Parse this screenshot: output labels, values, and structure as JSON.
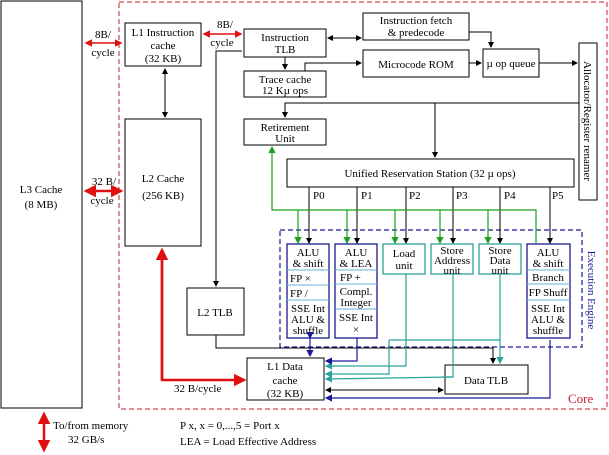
{
  "diagram": {
    "l3_cache": {
      "line1": "L3 Cache",
      "line2": "(8 MB)"
    },
    "l1_icache": {
      "line1": "L1 Instruction",
      "line2": "cache",
      "line3": "(32 KB)"
    },
    "l2_cache": {
      "line1": "L2 Cache",
      "line2": "(256 KB)"
    },
    "itlb": {
      "line1": "Instruction",
      "line2": "TLB"
    },
    "fetch": {
      "line1": "Instruction fetch",
      "line2": "& predecode"
    },
    "microcode": {
      "label": "Microcode ROM"
    },
    "uop_queue": {
      "label": "µ op queue"
    },
    "trace_cache": {
      "line1": "Trace cache",
      "line2": "12 Kµ ops"
    },
    "retirement": {
      "line1": "Retirement",
      "line2": "Unit"
    },
    "allocator": {
      "label": "Allocator/Register renamer"
    },
    "urs": {
      "label": "Unified Reservation Station (32    µ ops)"
    },
    "ports": [
      "P0",
      "P1",
      "P2",
      "P3",
      "P4",
      "P5"
    ],
    "units": {
      "p0": [
        "ALU",
        "& shift",
        "FP ×",
        "FP  /",
        "SSE Int",
        "ALU &",
        "shuffle"
      ],
      "p1": [
        "ALU",
        "& LEA",
        "FP +",
        "Compl.",
        "Integer",
        "SSE Int",
        "×"
      ],
      "p2": [
        "Load",
        "unit"
      ],
      "p3": [
        "Store",
        "Address",
        "unit"
      ],
      "p4": [
        "Store",
        "Data",
        "unit"
      ],
      "p5": [
        "ALU",
        "& shift",
        "Branch",
        "FP Shuff",
        "SSE Int",
        "ALU &",
        "shuffle"
      ]
    },
    "execution_engine": "Execution Engine",
    "l2_tlb": {
      "label": "L2 TLB"
    },
    "l1_dcache": {
      "line1": "L1 Data",
      "line2": "cache",
      "line3": "(32 KB)"
    },
    "dtlb": {
      "label": "Data TLB"
    },
    "core": "Core",
    "bw": {
      "l3_l1": {
        "line1": "8B/",
        "line2": "cycle"
      },
      "l1_itlb": {
        "line1": "8B/",
        "line2": "cycle"
      },
      "l3_l2": {
        "line1": "32 B/",
        "line2": "cycle"
      },
      "l2_l1d": "32 B/cycle"
    },
    "memory": {
      "line1": "To/from memory",
      "line2": "32 GB/s"
    },
    "legend": {
      "line1": "P x, x = 0,...,5  = Port x",
      "line2": "LEA = Load Effective Address"
    },
    "colors": {
      "red": "#e01010",
      "green": "#1ea01e",
      "teal": "#2aa39a",
      "blue": "#1a1a9a",
      "core": "#c0202a"
    }
  }
}
